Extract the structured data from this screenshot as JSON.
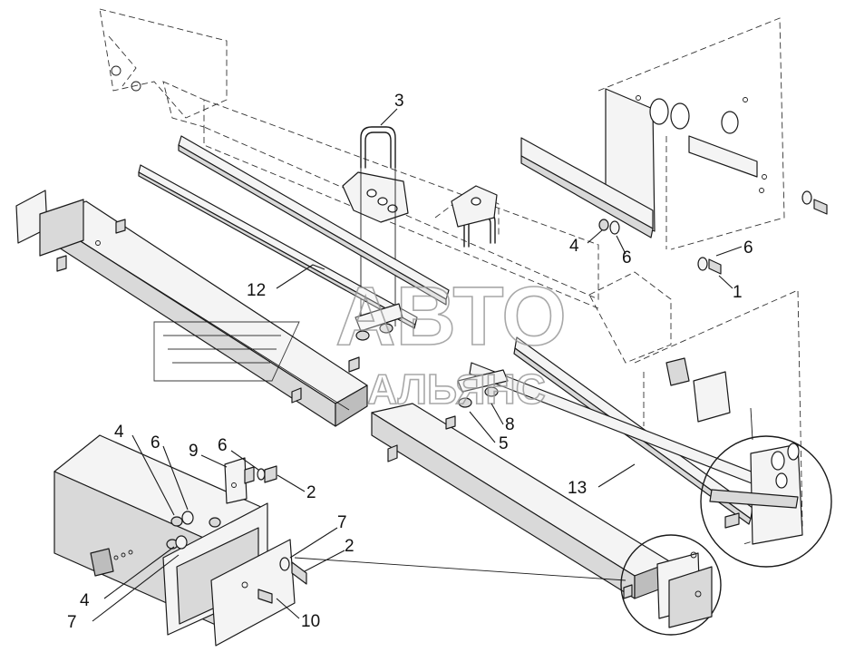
{
  "callouts": [
    "3",
    "4",
    "6",
    "6",
    "1",
    "12",
    "8",
    "5",
    "13",
    "4",
    "6",
    "9",
    "6",
    "2",
    "7",
    "2",
    "4",
    "7",
    "10"
  ],
  "watermark": {
    "line1": "АВТО",
    "line2": "АЛЬЯНС"
  },
  "colors": {
    "ink": "#1a1a1a",
    "watermark_stroke": "#9a9a9a",
    "background": "#ffffff"
  }
}
